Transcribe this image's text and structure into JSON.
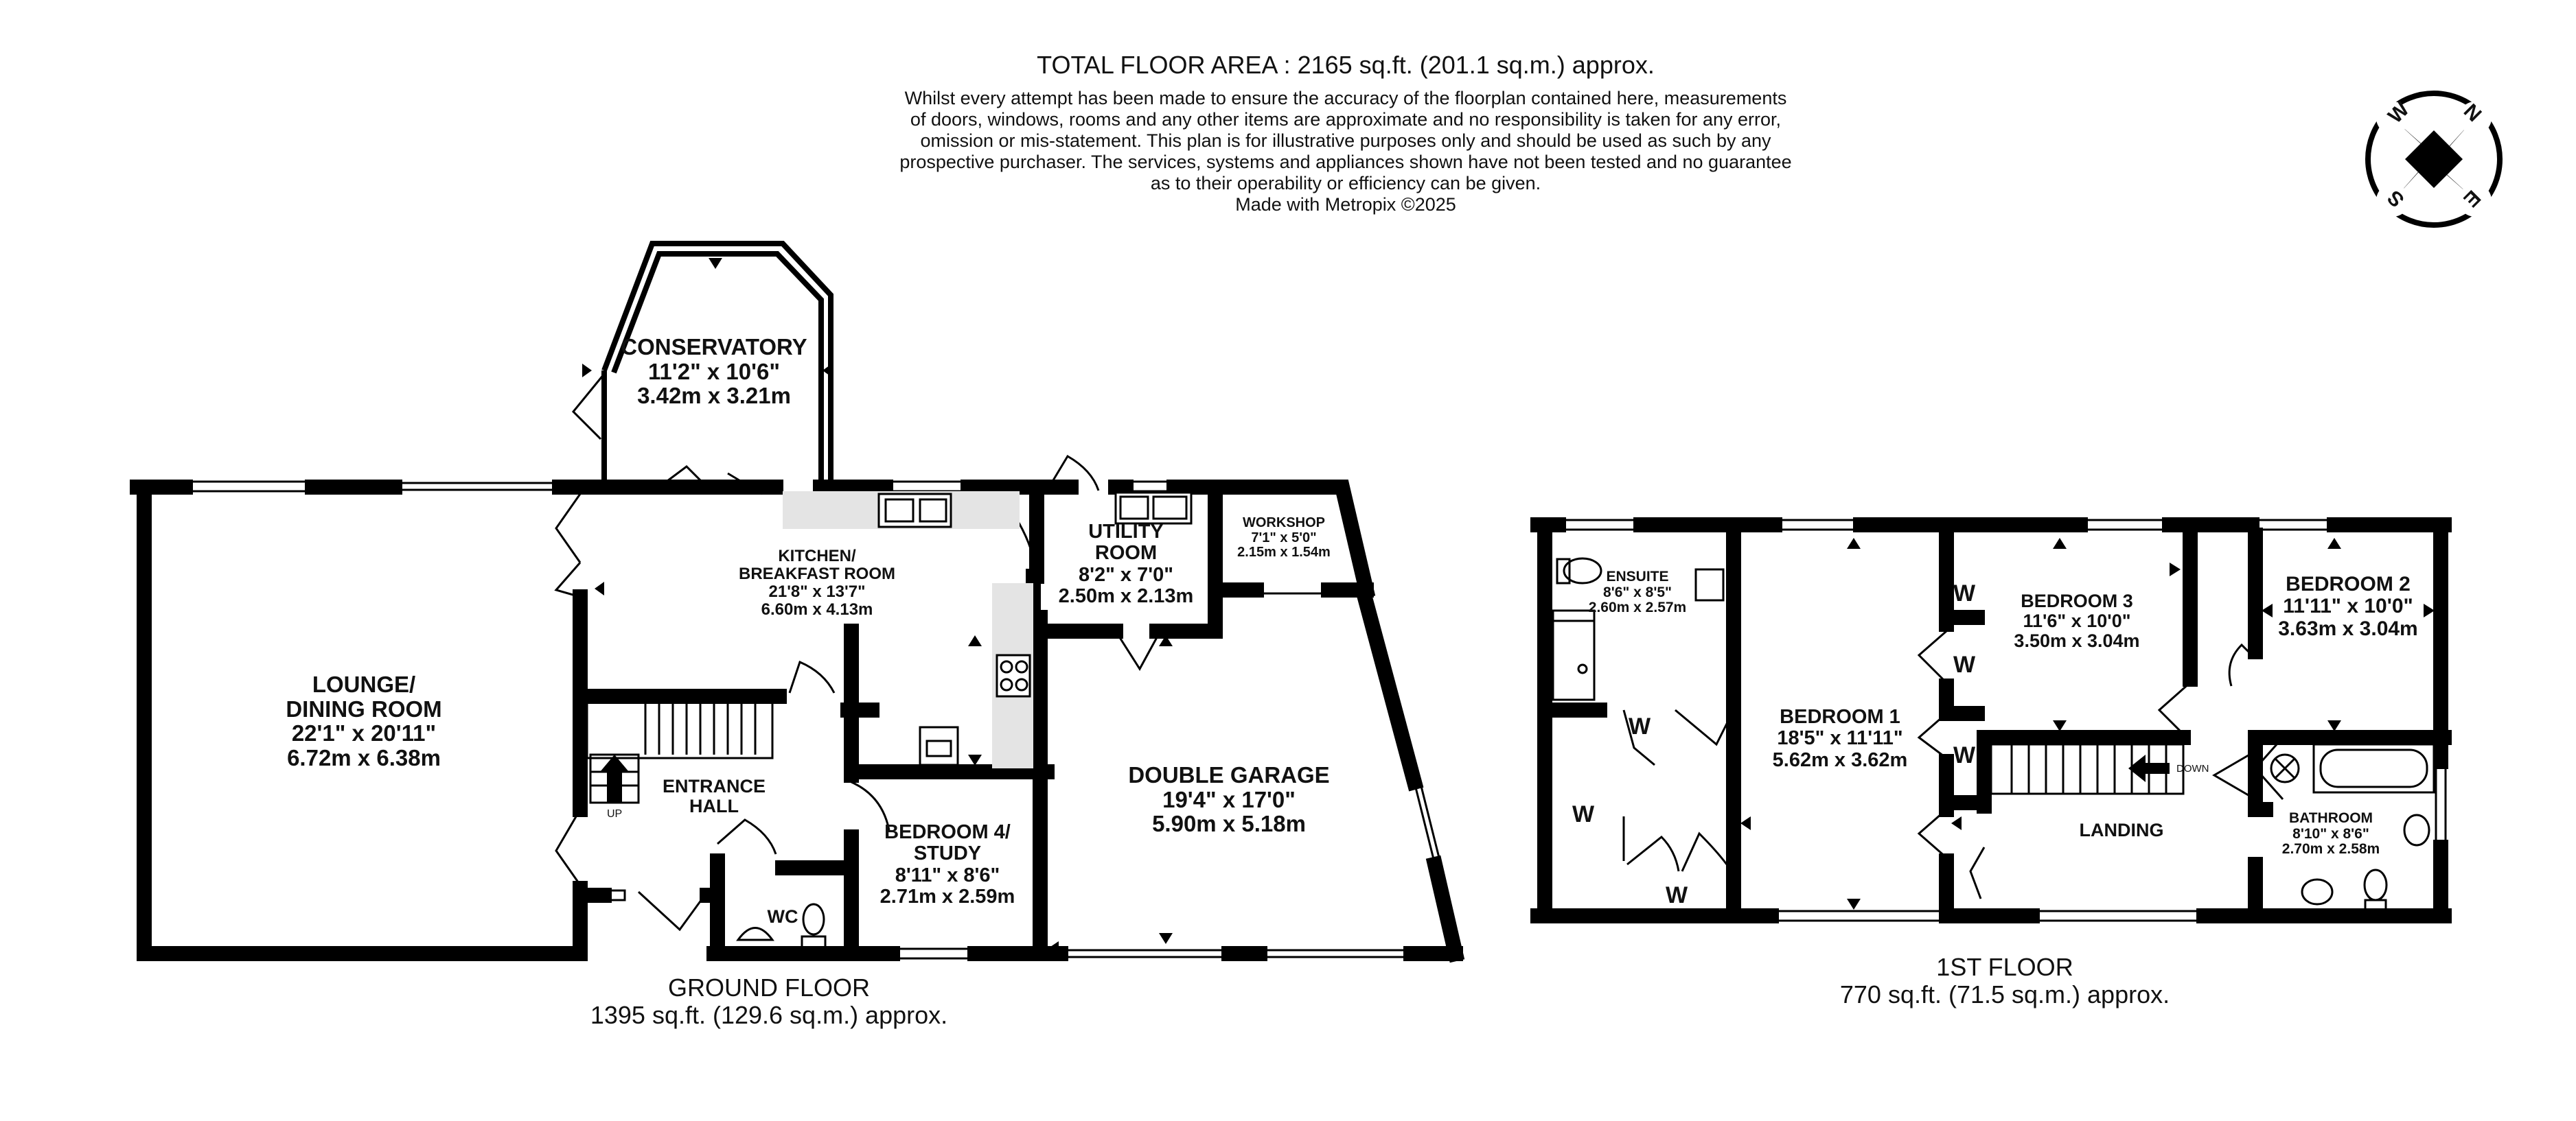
{
  "header": {
    "title": "TOTAL FLOOR AREA : 2165 sq.ft. (201.1 sq.m.) approx.",
    "disclaimer": [
      "Whilst every attempt has been made to ensure the accuracy of the floorplan contained here, measurements",
      "of doors, windows, rooms and any other items are approximate and no responsibility is taken for any error,",
      "omission or mis-statement. This plan is for illustrative purposes only and should be used as such by any",
      "prospective purchaser. The services, systems and appliances shown have not been tested and no guarantee",
      "as to their operability or efficiency can be given.",
      "Made with Metropix ©2025"
    ]
  },
  "compass": {
    "n": "N",
    "e": "E",
    "s": "S",
    "w": "W"
  },
  "ground_floor": {
    "name": "GROUND FLOOR",
    "area": "1395 sq.ft. (129.6 sq.m.) approx.",
    "rooms": {
      "conservatory": {
        "name": "CONSERVATORY",
        "imperial": "11'2\"  x 10'6\"",
        "metric": "3.42m  x 3.21m"
      },
      "lounge": {
        "name1": "LOUNGE/",
        "name2": "DINING ROOM",
        "imperial": "22'1\"  x 20'11\"",
        "metric": "6.72m  x 6.38m"
      },
      "kitchen": {
        "name1": "KITCHEN/",
        "name2": "BREAKFAST ROOM",
        "imperial": "21'8\"  x 13'7\"",
        "metric": "6.60m  x 4.13m"
      },
      "utility": {
        "name1": "UTILITY",
        "name2": "ROOM",
        "imperial": "8'2\"  x 7'0\"",
        "metric": "2.50m  x 2.13m"
      },
      "workshop": {
        "name": "WORKSHOP",
        "imperial": "7'1\"  x 5'0\"",
        "metric": "2.15m  x 1.54m"
      },
      "garage": {
        "name": "DOUBLE GARAGE",
        "imperial": "19'4\"  x 17'0\"",
        "metric": "5.90m  x 5.18m"
      },
      "hall": {
        "name1": "ENTRANCE",
        "name2": "HALL",
        "up": "UP"
      },
      "bedroom4": {
        "name1": "BEDROOM 4/",
        "name2": "STUDY",
        "imperial": "8'11\"  x 8'6\"",
        "metric": "2.71m  x 2.59m"
      },
      "wc": {
        "name": "WC"
      }
    }
  },
  "first_floor": {
    "name": "1ST FLOOR",
    "area": "770 sq.ft. (71.5 sq.m.) approx.",
    "rooms": {
      "ensuite": {
        "name": "ENSUITE",
        "imperial": "8'6\"  x 8'5\"",
        "metric": "2.60m  x 2.57m"
      },
      "bedroom1": {
        "name": "BEDROOM 1",
        "imperial": "18'5\"  x 11'11\"",
        "metric": "5.62m  x 3.62m"
      },
      "bedroom3": {
        "name": "BEDROOM 3",
        "imperial": "11'6\"  x 10'0\"",
        "metric": "3.50m  x 3.04m"
      },
      "bedroom2": {
        "name": "BEDROOM 2",
        "imperial": "11'11\"  x 10'0\"",
        "metric": "3.63m  x 3.04m"
      },
      "landing": {
        "name": "LANDING",
        "down": "DOWN"
      },
      "bathroom": {
        "name": "BATHROOM",
        "imperial": "8'10\"  x 8'6\"",
        "metric": "2.70m  x 2.58m"
      }
    },
    "wardrobe_label": "W"
  }
}
